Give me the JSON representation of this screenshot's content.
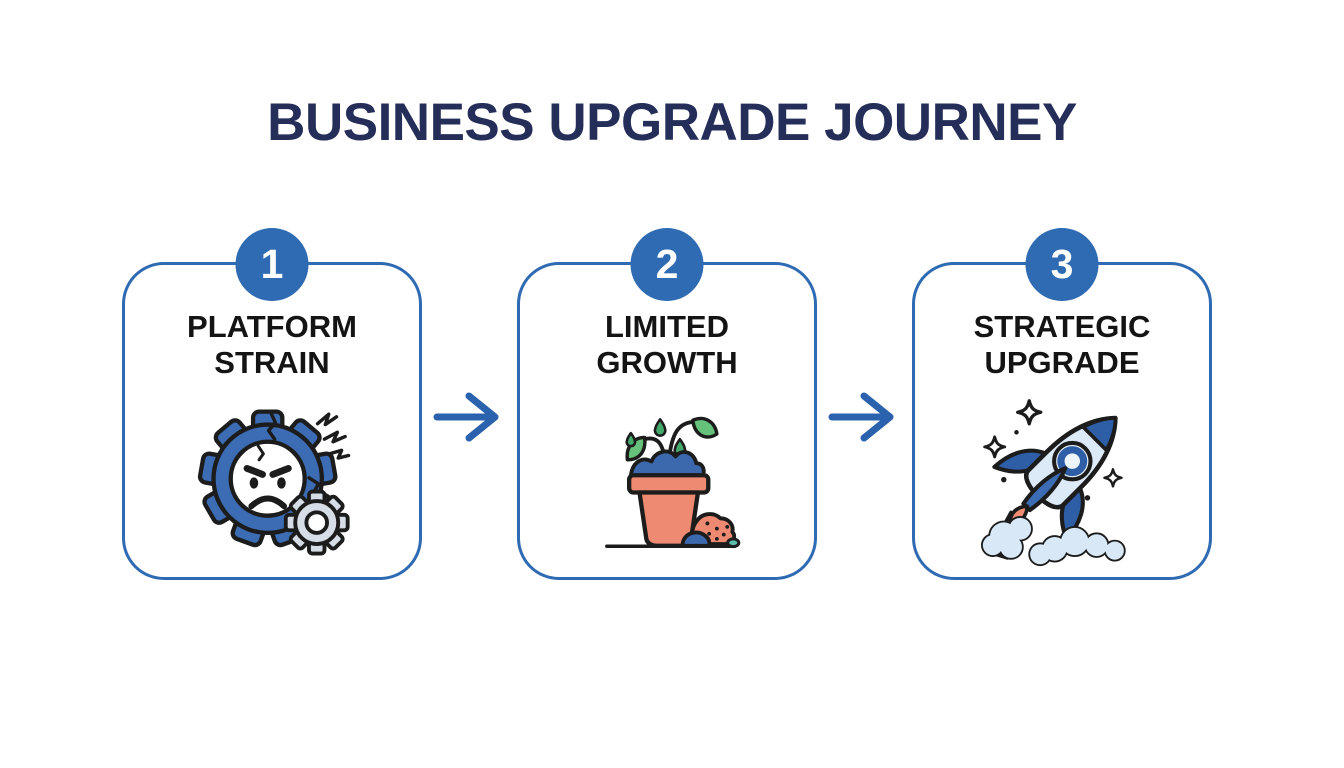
{
  "title": "BUSINESS UPGRADE JOURNEY",
  "steps": [
    {
      "number": "1",
      "label": "PLATFORM STRAIN",
      "icon": "strained-gear-icon"
    },
    {
      "number": "2",
      "label": "LIMITED GROWTH",
      "icon": "wilting-plant-icon"
    },
    {
      "number": "3",
      "label": "STRATEGIC UPGRADE",
      "icon": "rocket-launch-icon"
    }
  ],
  "connectors": [
    {
      "icon": "arrow-right-icon"
    },
    {
      "icon": "arrow-right-icon"
    }
  ],
  "colors": {
    "accent_blue": "#2e6bb3",
    "title_navy": "#242e59",
    "card_border_blue": "#2e6bb3",
    "arrow_blue": "#2b62ad",
    "gear_blue": "#3c6cb4",
    "gear_gray": "#d7dde7",
    "pot_salmon": "#ee8a71",
    "leaf_green": "#66c27b",
    "droplet_green": "#44ab6d",
    "soil_blue": "#3c68ae",
    "rocket_light_blue": "#dce9f6",
    "rocket_dark_blue": "#2e5fa6",
    "flame_salmon": "#f28d74",
    "cloud_blue": "#d8e8f6",
    "ink_outline": "#1c1c1c",
    "label_black": "#141414",
    "background": "#ffffff"
  }
}
